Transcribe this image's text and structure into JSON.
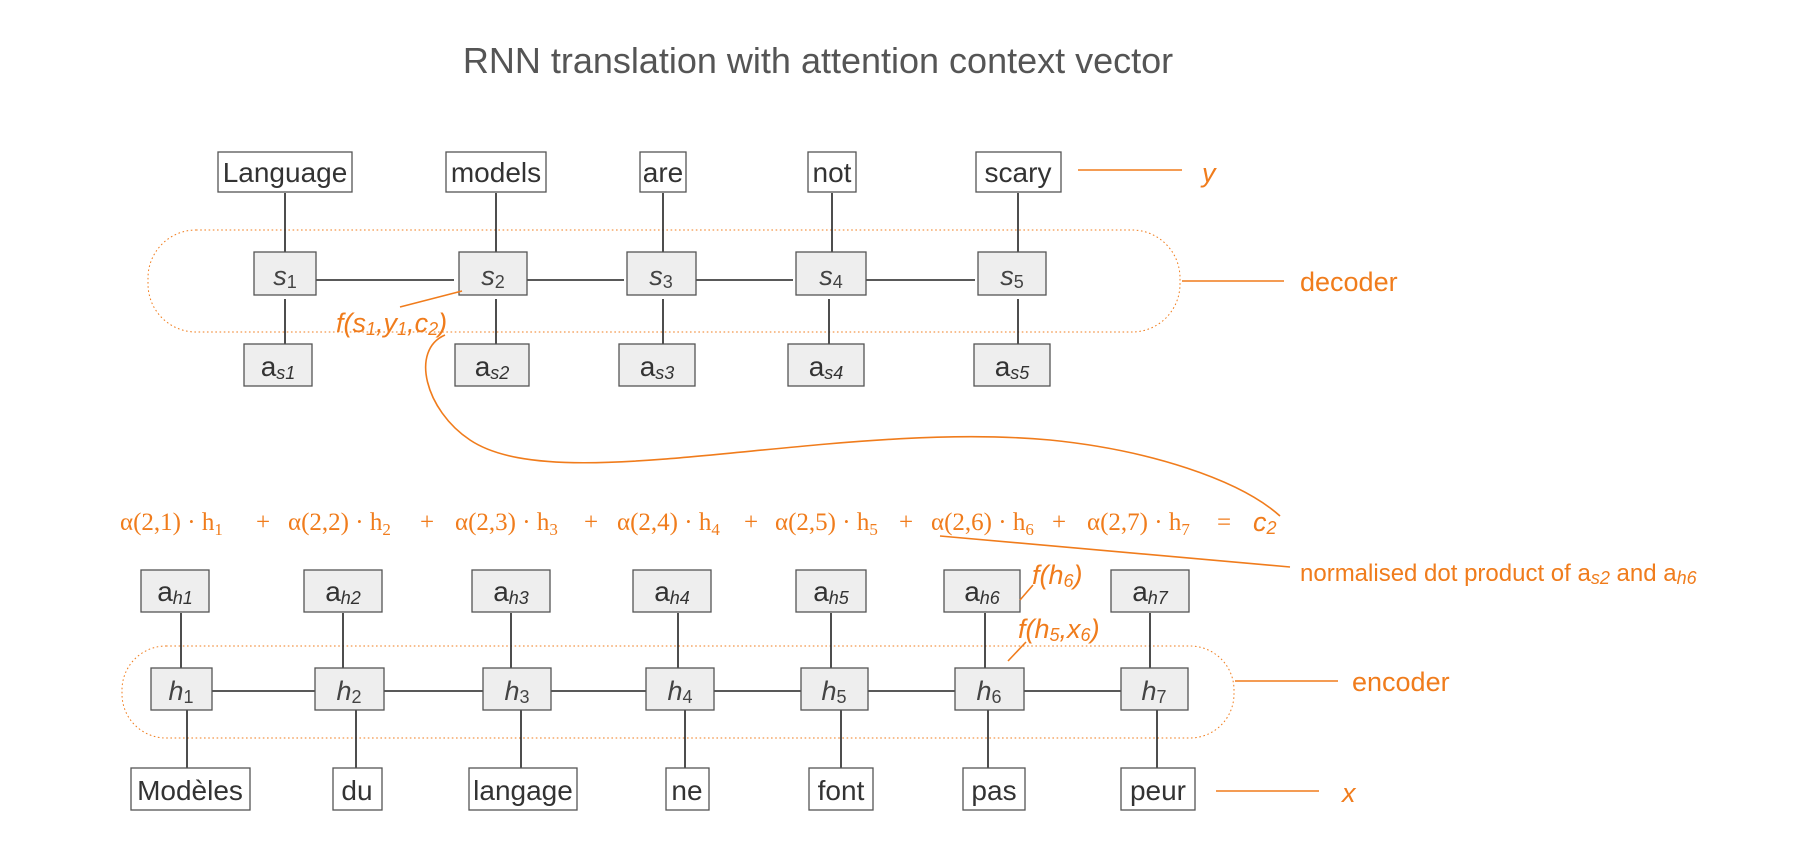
{
  "title": "RNN translation with attention context vector",
  "decoder": {
    "outputs": [
      "Language",
      "models",
      "are",
      "not",
      "scary"
    ],
    "states": [
      "s",
      "s",
      "s",
      "s",
      "s"
    ],
    "state_subs": [
      "1",
      "2",
      "3",
      "4",
      "5"
    ],
    "attn": [
      "a",
      "a",
      "a",
      "a",
      "a"
    ],
    "attn_subs": [
      "s1",
      "s2",
      "s3",
      "s4",
      "s5"
    ],
    "label": "decoder",
    "y_label": "y"
  },
  "encoder": {
    "inputs": [
      "Modèles",
      "du",
      "langage",
      "ne",
      "font",
      "pas",
      "peur"
    ],
    "states": [
      "h",
      "h",
      "h",
      "h",
      "h",
      "h",
      "h"
    ],
    "state_subs": [
      "1",
      "2",
      "3",
      "4",
      "5",
      "6",
      "7"
    ],
    "attn": [
      "a",
      "a",
      "a",
      "a",
      "a",
      "a",
      "a"
    ],
    "attn_subs": [
      "h1",
      "h2",
      "h3",
      "h4",
      "h5",
      "h6",
      "h7"
    ],
    "label": "encoder",
    "x_label": "x"
  },
  "equation": {
    "terms": [
      "α(2,1) · h",
      "α(2,2) · h",
      "α(2,3) · h",
      "α(2,4) · h",
      "α(2,5) · h",
      "α(2,6) · h",
      "α(2,7) · h"
    ],
    "term_subs": [
      "1",
      "2",
      "3",
      "4",
      "5",
      "6",
      "7"
    ],
    "plus": "+",
    "equals": "=",
    "result": "c",
    "result_sub": "2"
  },
  "annotations": {
    "decoder_fn": {
      "f": "f(",
      "a": "s",
      "a_sub": "1",
      "comma1": ",",
      "b": "y",
      "b_sub": "1",
      "comma2": ",",
      "c": "c",
      "c_sub": "2",
      "close": ")"
    },
    "h6_fn": {
      "text": "f(h",
      "sub": "6",
      "close": ")"
    },
    "h6_state_fn": {
      "text": "f(h",
      "sub1": "5",
      "mid": ",x",
      "sub2": "6",
      "close": ")"
    },
    "note": {
      "prefix": "normalised dot product of a",
      "sub1": "s2",
      "mid": " and a",
      "sub2": "h6"
    }
  },
  "colors": {
    "accent": "#f07c1c",
    "cell_fill": "#eeeeee",
    "box_border": "#555555"
  }
}
